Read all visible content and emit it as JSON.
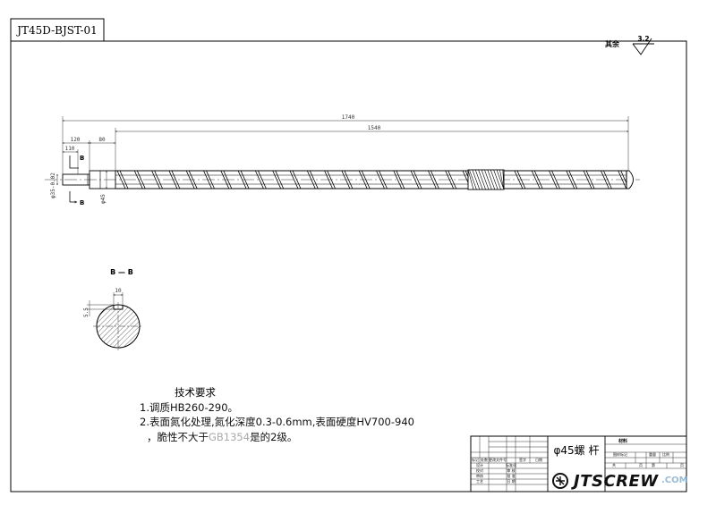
{
  "drawing_number": "JT45D-BJST-01",
  "surface_finish": {
    "prefix": "其余",
    "value": "3.2"
  },
  "dimensions": {
    "total_length": "1740",
    "thread_length": "1540",
    "shank_length": "120",
    "key_length": "110",
    "shoulder_length": "80",
    "shank_diameter": "φ35-0.02",
    "screw_diameter": "φ45",
    "key_width": "10",
    "key_depth": "5.5"
  },
  "section": {
    "label": "B — B",
    "marker": "B"
  },
  "tech_requirements": {
    "title": "技术要求",
    "item1": "1.调质HB260-290。",
    "item2": "2.表面氮化处理,氮化深度0.3-0.6mm,表面硬度HV700-940",
    "item3_pre": "，脆性不大于",
    "item3_std": "GB1354",
    "item3_post": "是的2级。"
  },
  "title_block": {
    "part_name": "φ45螺 杆",
    "material_label": "材料",
    "logo_text": "JTSCREW",
    "watermark": ".COM",
    "rev_headers": [
      "标记",
      "处数",
      "更改文件号",
      "签字",
      "日期"
    ],
    "sign_rows": [
      [
        "设计",
        "",
        "标准化",
        ""
      ],
      [
        "校对",
        "",
        "审 核",
        ""
      ],
      [
        "审核",
        "",
        "批 准",
        ""
      ],
      [
        "工艺",
        "",
        "日 期",
        ""
      ]
    ],
    "scale_headers": [
      "图样标记",
      "重量",
      "比例"
    ],
    "sheet_labels": [
      "共",
      "页",
      "第",
      "页"
    ]
  },
  "colors": {
    "line": "#000000",
    "dim": "#333333",
    "watermark": "#7aa6c8"
  }
}
